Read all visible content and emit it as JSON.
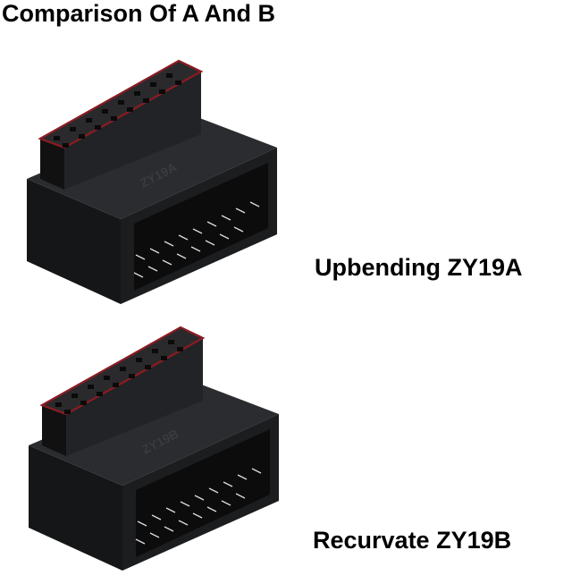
{
  "title": "Comparison Of A And B",
  "products": [
    {
      "label": "Upbending ZY19A",
      "emboss": "ZY19A"
    },
    {
      "label": "Recurvate ZY19B",
      "emboss": "ZY19B"
    }
  ],
  "colors": {
    "body": "#1e1f21",
    "accent": "#8a1c22",
    "background": "#ffffff"
  }
}
